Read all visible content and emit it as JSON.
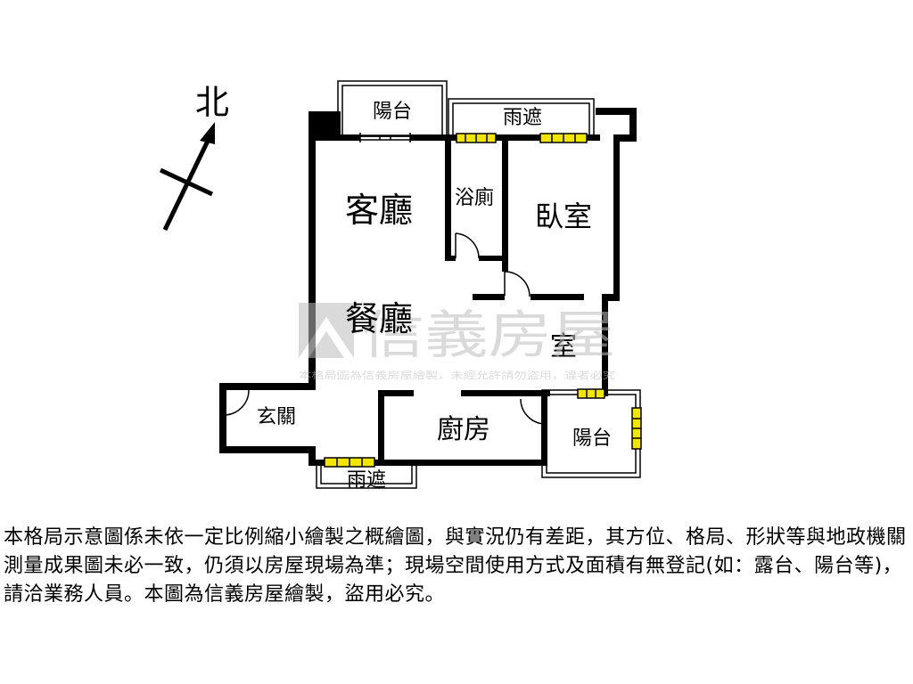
{
  "compass": {
    "label": "北"
  },
  "rooms": {
    "balcony_top": "陽台",
    "canopy_top": "雨遮",
    "bathroom": "浴廁",
    "living_room": "客廳",
    "bedroom": "臥室",
    "dining_room": "餐廳",
    "room": "室",
    "entrance": "玄關",
    "kitchen": "廚房",
    "balcony_right": "陽台",
    "canopy_bottom": "雨遮"
  },
  "watermark": {
    "brand": "信義房屋",
    "notice": "本格局圖為信義房屋繪製，未經允許請勿盜用，違者必究"
  },
  "disclaimer": "本格局示意圖係未依一定比例縮小繪製之概繪圖，與實況仍有差距，其方位、格局、形狀等與地政機關測量成果圖未必一致，仍須以房屋現場為準；現場空間使用方式及面積有無登記(如：露台、陽台等)，請洽業務人員。本圖為信義房屋繪製，盜用必究。",
  "colors": {
    "wall": "#000000",
    "window": "#f2e600",
    "watermark": "#c8c8c8"
  }
}
